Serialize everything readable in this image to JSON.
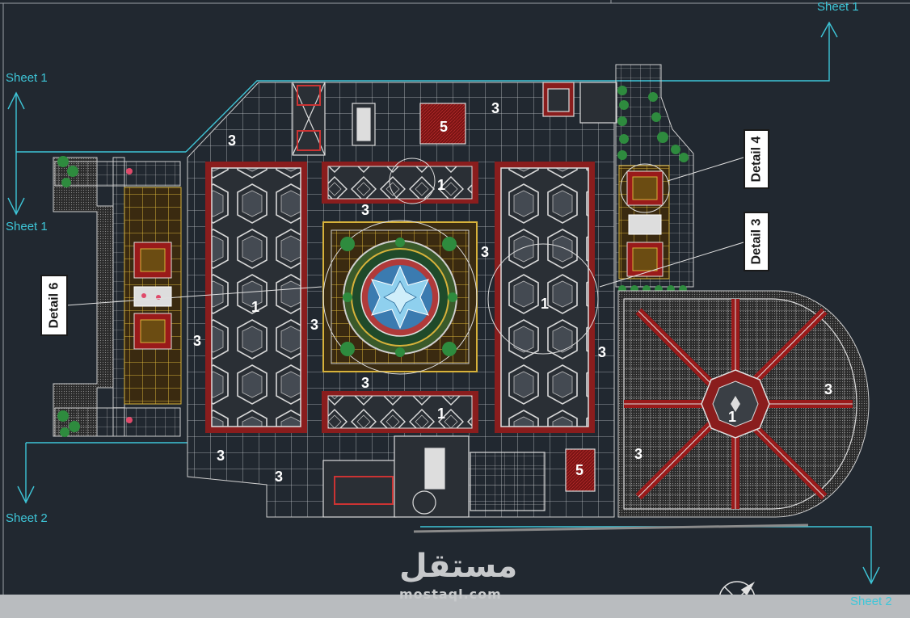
{
  "sheets": {
    "top_right": "Sheet 1",
    "left_upper": "Sheet 1",
    "left_middle": "Sheet 1",
    "left_lower": "Sheet 2",
    "bottom_right": "Sheet 2"
  },
  "details": {
    "detail_4": "Detail 4",
    "detail_3": "Detail 3",
    "detail_6": "Detail 6"
  },
  "tags": {
    "t1": "1",
    "t3": "3",
    "t5": "5"
  },
  "watermark": {
    "arabic": "مستقل",
    "latin": "mostaql.com"
  },
  "colors": {
    "background": "#212830",
    "line_cyan": "#3ec6d8",
    "wall_red": "#8a1d1d",
    "paving_grid": "#c9c9c9",
    "planting_green": "#2e8b3e",
    "highlight_yellow": "#d7b23a",
    "pool_blue": "#8fd0ee"
  }
}
